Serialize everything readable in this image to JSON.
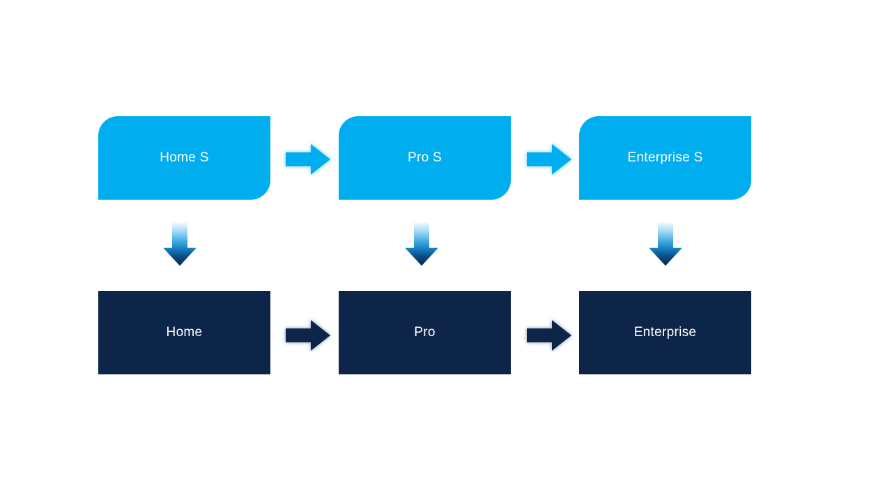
{
  "diagram": {
    "top_row": [
      {
        "label": "Home S"
      },
      {
        "label": "Pro S"
      },
      {
        "label": "Enterprise S"
      }
    ],
    "bottom_row": [
      {
        "label": "Home"
      },
      {
        "label": "Pro"
      },
      {
        "label": "Enterprise"
      }
    ],
    "icons": {
      "horizontal": "right-arrow-icon",
      "vertical": "down-arrow-icon"
    },
    "colors": {
      "top_box_fill": "#00AEEF",
      "bottom_box_fill": "#0D2548",
      "label_text": "#FFFFFF",
      "down_arrow_gradient_top": "#FFFFFF",
      "down_arrow_gradient_mid": "#3FAAE2",
      "down_arrow_gradient_bottom": "#092449",
      "background": "#FFFFFF"
    }
  }
}
